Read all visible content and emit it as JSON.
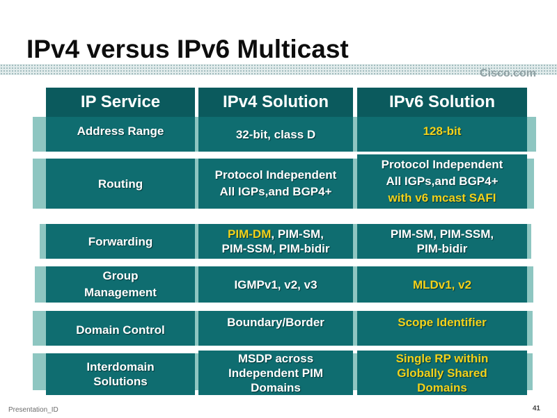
{
  "slide": {
    "title": "IPv4 versus IPv6 Multicast",
    "brand": "Cisco.com",
    "footer_left": "Presentation_ID",
    "page_number": "41"
  },
  "headers": [
    "IP Service",
    "IPv4 Solution",
    "IPv6 Solution"
  ],
  "rows": {
    "address_range": {
      "service": "Address Range",
      "ipv4": "32-bit, class D",
      "ipv6": "128-bit"
    },
    "routing": {
      "service": "Routing",
      "ipv4_line1": "Protocol Independent",
      "ipv4_line2": "All IGPs,and BGP4+",
      "ipv6_line1": "Protocol Independent",
      "ipv6_line2": "All IGPs,and BGP4+",
      "ipv6_line3": "with v6 mcast SAFI"
    },
    "forwarding": {
      "service": "Forwarding",
      "ipv4_part1": "PIM-DM",
      "ipv4_part2": ", PIM-SM,",
      "ipv4_line2": "PIM-SSM, PIM-bidir",
      "ipv6_line1": "PIM-SM, PIM-SSM,",
      "ipv6_line2": "PIM-bidir"
    },
    "group_management": {
      "service_line1": "Group",
      "service_line2": "Management",
      "ipv4": "IGMPv1, v2, v3",
      "ipv6": "MLDv1, v2"
    },
    "domain_control": {
      "service": "Domain Control",
      "ipv4": "Boundary/Border",
      "ipv6": "Scope Identifier"
    },
    "interdomain": {
      "service_line1": "Interdomain",
      "service_line2": "Solutions",
      "ipv4_line1": "MSDP across",
      "ipv4_line2": "Independent PIM",
      "ipv4_line3": "Domains",
      "ipv6_line1": "Single RP within",
      "ipv6_line2": "Globally Shared",
      "ipv6_line3": "Domains"
    }
  },
  "colors": {
    "header_bg": "#0b5a5d",
    "cell_bg": "#0f6d70",
    "band_bg": "#8ec6c1",
    "highlight_text": "#f2d21b"
  }
}
